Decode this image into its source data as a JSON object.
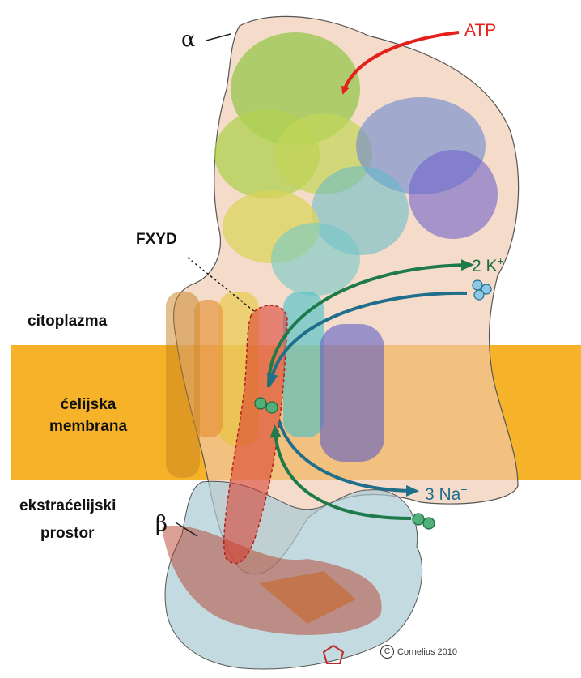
{
  "labels": {
    "alpha": "α",
    "beta": "β",
    "atp": "ATP",
    "fxyd": "FXYD",
    "cytoplasm": "citoplazma",
    "membrane_line1": "ćelijska",
    "membrane_line2": "membrana",
    "extracellular_line1": "ekstraćelijski",
    "extracellular_line2": "prostor",
    "potassium": "2 K",
    "potassium_sup": "+",
    "sodium": "3 Na",
    "sodium_sup": "+",
    "copyright_symbol": "C",
    "copyright_text": "Cornelius 2010"
  },
  "colors": {
    "membrane": "#f6b32a",
    "alpha_envelope": "#f3d7c6",
    "beta_envelope": "#bdd5dc",
    "atp_arrow": "#e3201b",
    "potassium_arrow": "#1e7a4a",
    "sodium_arrow": "#1f6e8c"
  }
}
